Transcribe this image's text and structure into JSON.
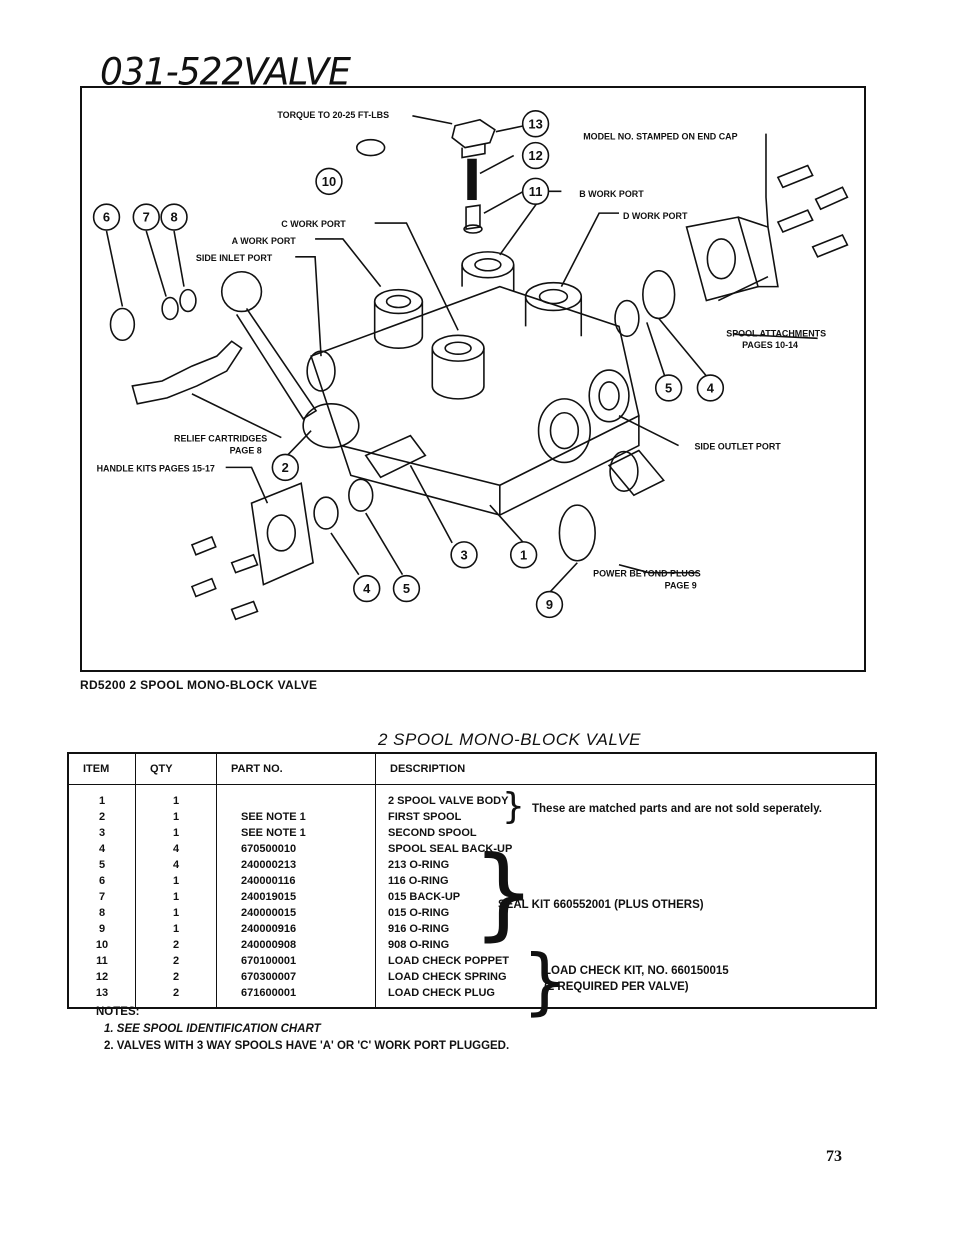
{
  "header": {
    "handwritten_title": "031-522VALVE"
  },
  "diagram": {
    "callouts": {
      "torque": "TORQUE TO 20-25 FT-LBS",
      "model_no": "MODEL NO. STAMPED ON END CAP",
      "b_work_port": "B WORK PORT",
      "d_work_port": "D WORK PORT",
      "c_work_port": "C WORK PORT",
      "a_work_port": "A WORK PORT",
      "side_inlet_port": "SIDE INLET PORT",
      "spool_attachments": "SPOOL ATTACHMENTS",
      "spool_attachments_page": "PAGES 10-14",
      "relief_cartridges": "RELIEF CARTRIDGES",
      "relief_cartridges_page": "PAGE 8",
      "handle_kits": "HANDLE KITS PAGES 15-17",
      "side_outlet_port": "SIDE OUTLET PORT",
      "power_beyond_plugs": "POWER BEYOND PLUGS",
      "power_beyond_page": "PAGE 9"
    },
    "item_numbers": [
      "13",
      "12",
      "11",
      "10",
      "6",
      "7",
      "8",
      "5",
      "4",
      "2",
      "3",
      "1",
      "4",
      "5",
      "9"
    ],
    "caption": "RD5200 2 SPOOL MONO-BLOCK VALVE"
  },
  "parts_table": {
    "title": "2 SPOOL MONO-BLOCK VALVE",
    "headers": {
      "item": "ITEM",
      "qty": "QTY",
      "part_no": "PART NO.",
      "description": "DESCRIPTION"
    },
    "rows": [
      {
        "item": "1",
        "qty": "1",
        "part_no": "",
        "description": "2 SPOOL VALVE BODY"
      },
      {
        "item": "2",
        "qty": "1",
        "part_no": "SEE NOTE 1",
        "description": "FIRST SPOOL"
      },
      {
        "item": "3",
        "qty": "1",
        "part_no": "SEE NOTE 1",
        "description": "SECOND SPOOL"
      },
      {
        "item": "4",
        "qty": "4",
        "part_no": "670500010",
        "description": "SPOOL SEAL BACK-UP"
      },
      {
        "item": "5",
        "qty": "4",
        "part_no": "240000213",
        "description": "213 O-RING"
      },
      {
        "item": "6",
        "qty": "1",
        "part_no": "240000116",
        "description": "116 O-RING"
      },
      {
        "item": "7",
        "qty": "1",
        "part_no": "240019015",
        "description": "015 BACK-UP"
      },
      {
        "item": "8",
        "qty": "1",
        "part_no": "240000015",
        "description": "015 O-RING"
      },
      {
        "item": "9",
        "qty": "1",
        "part_no": "240000916",
        "description": "916 O-RING"
      },
      {
        "item": "10",
        "qty": "2",
        "part_no": "240000908",
        "description": "908 O-RING"
      },
      {
        "item": "11",
        "qty": "2",
        "part_no": "670100001",
        "description": "LOAD CHECK POPPET"
      },
      {
        "item": "12",
        "qty": "2",
        "part_no": "670300007",
        "description": "LOAD CHECK SPRING"
      },
      {
        "item": "13",
        "qty": "2",
        "part_no": "671600001",
        "description": "LOAD CHECK PLUG"
      }
    ],
    "group_notes": {
      "matched": "These are matched parts and are not sold seperately.",
      "seal_kit": "SEAL KIT 660552001 (PLUS OTHERS)",
      "load_check_1": "LOAD CHECK KIT, NO. 660150015",
      "load_check_2": "(2 REQUIRED PER VALVE)"
    }
  },
  "notes": {
    "heading": "NOTES:",
    "items": [
      "1. SEE SPOOL IDENTIFICATION CHART",
      "2. VALVES WITH 3 WAY SPOOLS HAVE 'A' OR 'C' WORK PORT PLUGGED."
    ]
  },
  "footer": {
    "page_number": "73"
  }
}
